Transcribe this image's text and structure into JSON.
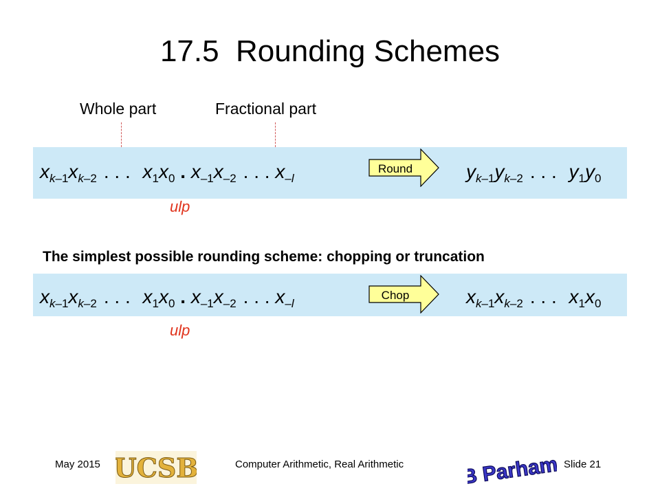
{
  "slide": {
    "title": "17.5  Rounding Schemes",
    "whole_part_label": "Whole part",
    "fractional_part_label": "Fractional part",
    "statement": "The simplest possible rounding scheme: chopping or truncation"
  },
  "rounding_row": {
    "operation_label": "Round",
    "ulp_label": "ulp",
    "output_symbol": "y"
  },
  "chopping_row": {
    "operation_label": "Chop",
    "ulp_label": "ulp",
    "output_symbol": "x"
  },
  "footer": {
    "date": "May 2015",
    "course": "Computer Arithmetic, Real Arithmetic",
    "slide_number": "Slide 21",
    "ucsb_logo_text": "UCSB",
    "signature_logo_text": "B Parhami"
  },
  "colors": {
    "band": "#cde9f7",
    "arrow_fill": "#ffff99",
    "ulp": "#e0331c",
    "dash": "#d05a5a",
    "ucsb_gold": "#e3b23c"
  }
}
